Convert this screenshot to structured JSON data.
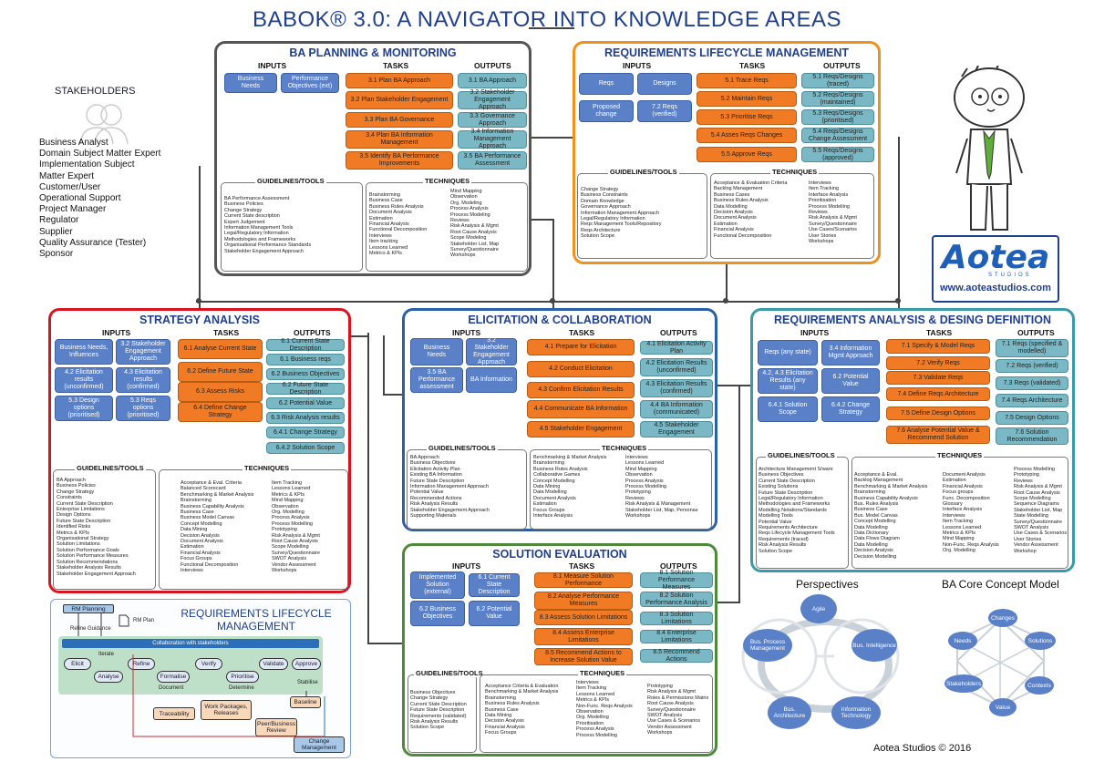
{
  "title": "BABOK® 3.0: A NAVIGATOR INTO KNOWLEDGE AREAS",
  "stakeholders": {
    "heading": "STAKEHOLDERS",
    "list": "Business Analyst\nDomain Subject Matter Expert\nImplementation Subject\nMatter Expert\nCustomer/User\nOperational Support\nProject Manager\nRegulator\nSupplier\nQuality Assurance (Tester)\nSponsor"
  },
  "labels": {
    "inputs": "INPUTS",
    "tasks": "TASKS",
    "outputs": "OUTPUTS",
    "guidelines": "GUIDELINES/TOOLS",
    "techniques": "TECHNIQUES"
  },
  "planning": {
    "title": "BA PLANNING & MONITORING",
    "inputs": [
      "Business Needs",
      "Performance Objectives (ext)"
    ],
    "tasks": [
      "3.1 Plan BA Approach",
      "3.2 Plan Stakeholder Engagement",
      "3.3 Plan BA Governance",
      "3.4 Plan BA Information Management",
      "3.5 Identify BA Performance Improvements"
    ],
    "outputs": [
      "3.1 BA Approach",
      "3.2 Stakeholder Engagement Approach",
      "3.3 Governance Approach",
      "3.4 Information Management Approach",
      "3.5 BA Performance Assessment"
    ],
    "guidelines": "BA Performance Assessment\nBusiness Policies\nChange Strategy\nCurrent State description\nExpert Judgement\nInformation Management Tools\nLegal/Regulatory Information\nMethodologies and Frameworks\nOrganisational Performance Standards\nStakeholder Engagement Approach",
    "tech1": "Brainstorming\nBusiness Case\nBusiness Rules Analysis\nDocument Analysis\nEstimation\nFinancial Analysis\nFunctional Decomposition\nInterviews\nItem tracking\nLessons Learned\nMetrics & KPIs",
    "tech2": "Mind Mapping\nObservation\nOrg. Modeling\nProcess Analysis\nProcess Modeling\nReviews\nRisk Analysis & Mgmt\nRoot Cause Analysis\nScope Modeling\nStakeholder List, Map\nSurvey/Questionnaire\nWorkshops"
  },
  "lifecycle": {
    "title": "REQUIREMENTS LIFECYCLE MANAGEMENT",
    "inputs": [
      "Reqs",
      "Designs",
      "Proposed change",
      "7.2 Reqs (verified)"
    ],
    "tasks": [
      "5.1 Trace Reqs",
      "5.2 Maintain Reqs",
      "5.3 Prioritise Reqs",
      "5.4 Asses Reqs Changes",
      "5.5 Approve Reqs"
    ],
    "outputs": [
      "5.1 Reqs/Designs (traced)",
      "5.2 Reqs/Designs (maintained)",
      "5.3 Reqs/Designs (prioritised)",
      "5.4 Reqs/Designs Change Assessment",
      "5.5 Reqs/Designs (approved)"
    ],
    "guidelines": "Change Strategy\nBusiness Constraints\nDomain Knowledge\nGovernance Approach\nInformation Management Approach\nLegal/Regulatory Information\nReqs Management Tools/Repository\nReqs Architecture\nSolution Scope",
    "tech1": "Acceptance & Evaluation Criteria\nBacklog Management\nBusiness Cases\nBusiness Rules Analysis\nData Modelling\nDecision Analysis\nDocument Analysis\nEstimation\nFinancial Analysis\nFunctional Decomposition",
    "tech2": "Interviews\nItem Tracking\nInterface Analysis\nPrioritisation\nProcess Modelling\nReviews\nRisk Analysis & Mgmt\nSurvey/Questionnaire\nUse Cases/Scenarios\nUser Stories\nWorkshops"
  },
  "strategy": {
    "title": "STRATEGY ANALYSIS",
    "inputs": [
      "Business Needs, Influences",
      "3.2 Stakeholder Engagement Approach",
      "4.2 Elicitation results (unconfirmed)",
      "4.3 Elicitation results (confirmed)",
      "5.3 Design options (prioritised)",
      "5.3 Reqs options (prioritised)"
    ],
    "tasks": [
      "6.1 Analyse Current State",
      "6.2 Define Future State",
      "6.3 Assess Risks",
      "6.4 Define Change Strategy"
    ],
    "outputs": [
      "6.1 Current State Description",
      "6.1 Business reqs",
      "6.2 Business Objectives",
      "6.2 Future State Description",
      "6.2 Potential Value",
      "6.3 Risk Analysis results",
      "6.4.1 Change Strategy",
      "6.4.2 Solution Scope"
    ],
    "guidelines": "BA Approach\nBusiness Policies\nChange Strategy\nConstraints\nCurrent State Description\nEnterprise Limitations\nDesign Options\nFuture State Description\nIdentified Risks\nMetrics & KPIs\nOrganisational Strategy\nSolution Limitations\nSolution Performance Goals\nSolution Performance Measures\nSolution Recommendations\nStakeholder Analysis Results\nStakeholder Engagement Approach",
    "tech1": "Acceptance & Eval. Criteria\nBalanced Scorecard\nBenchmarking & Market Analysis\nBrainstorming\nBusiness Capability Analysis\nBusiness Case\nBusiness Model Canvas\nConcept Modelling\nData Mining\nDecision Analysis\nDocument Analysis\nEstimation\nFinancial Analysis\nFocus Groups\nFunctional Decomposition\nInterviews",
    "tech2": "Item Tracking\nLessons Learned\nMetrics & KPIs\nMind Mapping\nObservation\nOrg. Modelling\nProcess Analysis\nProcess Modelling\nPrototyping\nRisk Analysis & Mgmt\nRoot Cause Analysis\nScope Modelling\nSurvey/Questionnaire\nSWOT Analysis\nVendor Assessment\nWorkshops"
  },
  "elicitation": {
    "title": "ELICITATION & COLLABORATION",
    "inputs": [
      "Business Needs",
      "3.2 Stakeholder Engagement Approach",
      "3.5 BA Performance assessment",
      "BA Information"
    ],
    "tasks": [
      "4.1 Prepare for Elicitation",
      "4.2 Conduct Elicitation",
      "4.3 Confirm Elicitation Results",
      "4.4 Communicate BA Information",
      "4.5 Stakeholder Engagement"
    ],
    "outputs": [
      "4.1 Elicitation Activity Plan",
      "4.2 Elicitation Results (unconfirmed)",
      "4.3 Elicitation Results (confirmed)",
      "4.4 BA Information (communicated)",
      "4.5 Stakeholder Engagement"
    ],
    "guidelines": "BA Approach\nBusiness Objectives\nElicitation Activity Plan\nExisting BA Information\nFuture State Description\nInformation Management Approach\nPotential Value\nRecommended Actions\nRisk Analysis Results\nStakeholder Engagement Approach\nSupporting Materials",
    "tech1": "Benchmarking & Market Analysis\nBrainstorming\nBusiness Rules Analysis\nCollaborative Games\nConcept Modelling\nData Mining\nData Modelling\nDocument Analysis\nEstimation\nFocus Groups\nInterface Analysis",
    "tech2": "Interviews\nLessons Learned\nMind Mapping\nObservation\nProcess Analysis\nProcess Modelling\nPrototyping\nReviews\nRisk Analysis & Management\nStakeholder List, Map, Personas\nWorkshops"
  },
  "reqanalysis": {
    "title": "REQUIREMENTS ANALYSIS & DESING DEFINITION",
    "inputs": [
      "Reqs (any state)",
      "3.4 Information Mgmt Approach",
      "4.2, 4.3 Elicitation Results (any state)",
      "6.2 Potential Value",
      "6.4.1 Solution Scope",
      "6.4.2 Change Strategy"
    ],
    "tasks": [
      "7.1 Specify & Model Reqs",
      "7.2 Verify Reqs",
      "7.3 Validate Reqs",
      "7.4 Define Reqs Architecture",
      "7.5 Define Design Options",
      "7.6 Analyse Potential Value & Recommend Solution"
    ],
    "outputs": [
      "7.1 Reqs (specified & modelled)",
      "7.2 Reqs (verified)",
      "7.3 Reqs (validated)",
      "7.4 Reqs Architecture",
      "7.5 Design Options",
      "7.6 Solution Recommendation"
    ],
    "guidelines": "Architecture Management S/ware\nBusiness Objectives\nCurrent State Description\nExisting Solutions\nFuture State Description\nLegal/Regulatory Information\nMethodologies and Frameworks\nModelling Notations/Standards\nModelling Tools\nPotential Value\nRequirements Architecture\nReqs Lifecycle Management Tools\nRequirements (traced)\nRisk Analysis Results\nSolution Scope",
    "tech1": "Acceptance & Eval.\nBacklog Management\nBenchmarking & Market Analysis\nBrainstorming\nBusiness Capability Analysis\nBus. Rules Analysis\nBusiness Case\nBus. Model Canvas\nConcept Modelling\nData Modelling\nData Dictionary\nData Flows Diagram\nData Modelling\nDecision Analysis\nDecision Modelling",
    "tech2": "Document Analysis\nEstimation\nFinancial Analysis\nFocus groups\nFunc. Decomposition\nGlossary\nInterface Analysis\nInterviews\nItem Tracking\nLessons Learned\nMetrics & KPIs\nMind Mapping\nNon-Func. Reqs Analysis\nOrg. Modelling",
    "tech3": "Process Modelling\nPrototyping\nReviews\nRisk Analysis & Mgmt\nRoot Cause Analysis\nScope Modelling\nSequence Diagrams\nStakeholder List, Map\nState Modelling\nSurvey/Questionnaire\nSWOT Analysis\nUse Cases & Scenarios\nUser Stories\nVendor Assessment\nWorkshop"
  },
  "solution": {
    "title": "SOLUTION EVALUATION",
    "inputs": [
      "Implemented Solution (external)",
      "6.1 Current State Description",
      "6.2 Business Objectives",
      "6.2 Potential Value"
    ],
    "tasks": [
      "8.1 Measure Solution Performance",
      "8.2 Analyse Performance Measures",
      "8.3 Assess Solution Limitations",
      "8.4 Assess Enterprise Limitations",
      "8.5 Recommend Actions to Increase Solution Value"
    ],
    "outputs": [
      "8.1 Solution Performance Measures",
      "8.2 Solution Performance Analysis",
      "8.3 Solution Limitations",
      "8.4 Enterprise Limitations",
      "8.5 Recommend Actions"
    ],
    "guidelines": "Business Objectives\nChange Strategy\nCurrent State Description\nFuture State Description\nRequirements (validated)\nRisk Analysis Results\nSolution Scope",
    "tech1": "Acceptance Criteria & Evaluation\nBenchmarking & Market Analysis\nBrainstorming\nBusiness Rules Analysis\nBusiness Case\nData Mining\nDecision Analysis\nFinancial Analysis\nFocus Groups",
    "tech2": "Interviews\nItem Tracking\nLessons Learned\nMetrics & KPIs\nNon-Func. Reqs Analysis\nObservation\nOrg. Modelling\nPrioritisation\nProcess Analysis\nProcess Modelling",
    "tech3": "Prototyping\nRisk Analysis & Mgmt\nRoles & Permissions Matrix\nRoot Cause Analysis\nSurvey/Questionnaire\nSWOT Analysis\nUse Cases & Scenarios\nVendor Assessment\nWorkshops"
  },
  "rlm_diagram": {
    "title": "REQUIREMENTS LIFECYCLE MANAGEMENT",
    "rm_planning": "RM Planning",
    "rm_plan": "RM Plan",
    "refine": "Refine",
    "guidance": "Guidance",
    "collab": "Collaboration with stakeholders",
    "iterate": "Iterate",
    "steps": [
      "Elicit",
      "Analyse",
      "Refine",
      "Formalise",
      "Verify",
      "Prioritise",
      "Validate",
      "Approve"
    ],
    "document": "Document",
    "determine": "Determine",
    "stabilise": "Stabilise",
    "traceability": "Traceability",
    "work_packages": "Work Packages, Releases",
    "peer_review": "Peer/Business Review",
    "baseline": "Baseline",
    "change_mgmt": "Change Management"
  },
  "perspectives": {
    "title": "Perspectives",
    "items": [
      "Agile",
      "Bus. Process Management",
      "Bus. Intelligence",
      "Bus. Architecture",
      "Information Technology"
    ]
  },
  "core_concept": {
    "title": "BA Core Concept Model",
    "items": [
      "Changes",
      "Needs",
      "Solutions",
      "Stakeholders",
      "Contexts",
      "Value"
    ]
  },
  "brand": {
    "name": "Aotea",
    "sub": "STUDIOS",
    "url": "www.aoteastudios.com"
  },
  "footer": "Aotea Studios © 2016",
  "colors": {
    "planning": "#555555",
    "lifecycle": "#f0901e",
    "strategy": "#d8141e",
    "elicitation": "#2b5fa8",
    "reqanalysis": "#3a9aa8",
    "solution": "#4e8a3a",
    "task": "#f07b24",
    "input": "#5a80c8",
    "output": "#79b8c4"
  }
}
